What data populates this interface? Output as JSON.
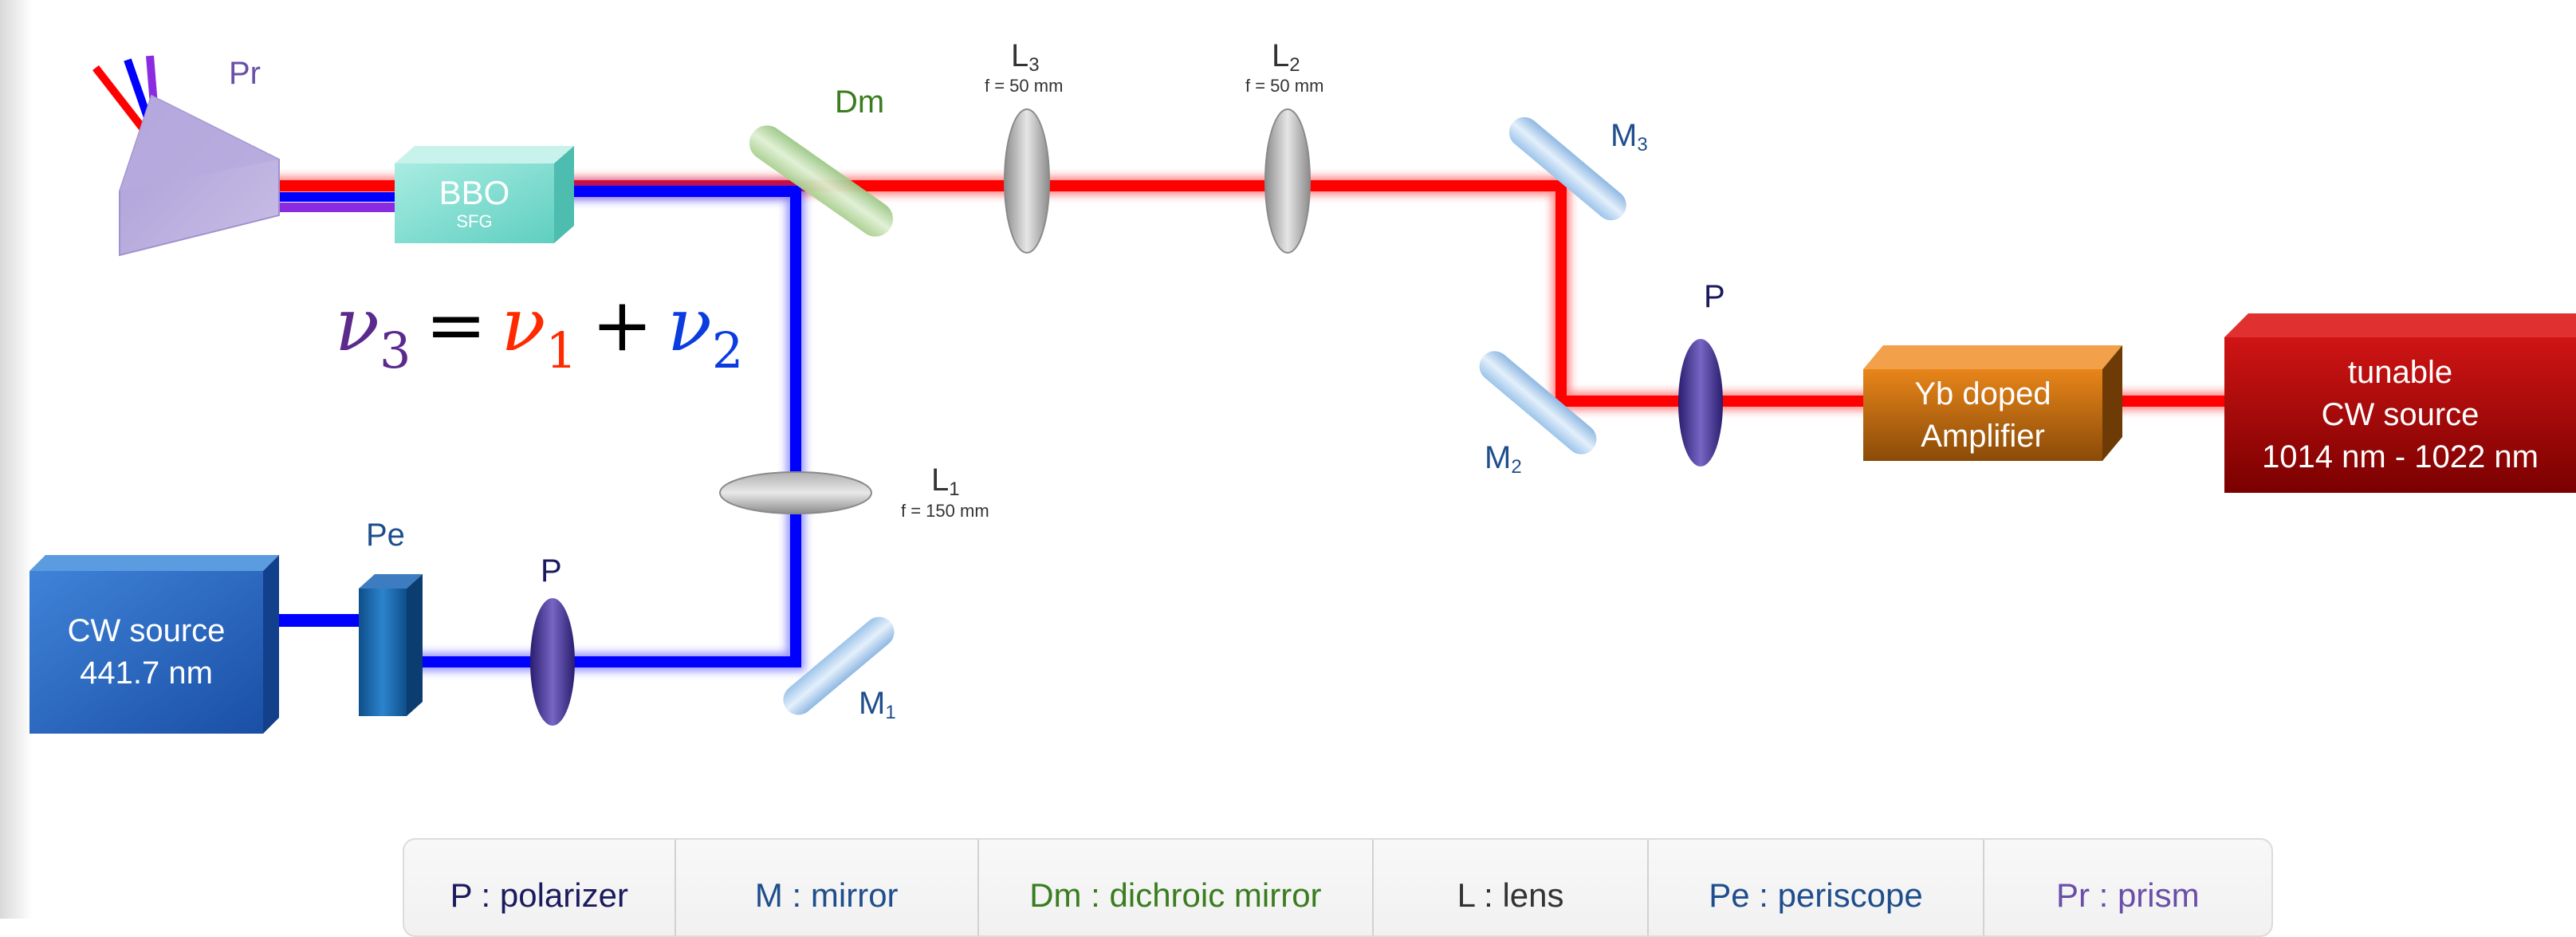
{
  "colors": {
    "red_beam": "#ff0000",
    "blue_beam": "#0000ff",
    "violet_beam": "#8a2be2",
    "blue_label": "#1f4e8c",
    "green_label": "#3a7d1f",
    "purple_label": "#6a4ea8",
    "gray_label": "#333333"
  },
  "components": {
    "prism": {
      "label": "Pr"
    },
    "bbo": {
      "label": "BBO",
      "sublabel": "SFG"
    },
    "dichroic": {
      "label": "Dm"
    },
    "lens3": {
      "letter": "L",
      "index": "3",
      "focal": "f = 50 mm"
    },
    "lens2": {
      "letter": "L",
      "index": "2",
      "focal": "f = 50 mm"
    },
    "lens1": {
      "letter": "L",
      "index": "1",
      "focal": "f = 150 mm"
    },
    "mirror3": {
      "letter": "M",
      "index": "3"
    },
    "mirror2": {
      "letter": "M",
      "index": "2"
    },
    "mirror1": {
      "letter": "M",
      "index": "1"
    },
    "polarizer_red": {
      "label": "P"
    },
    "polarizer_blue": {
      "label": "P"
    },
    "periscope": {
      "label": "Pe"
    },
    "amplifier": {
      "line1": "Yb doped",
      "line2": "Amplifier"
    },
    "tunable_source": {
      "line1": "tunable",
      "line2": "CW source",
      "line3": "1014 nm - 1022 nm"
    },
    "cw_source": {
      "line1": "CW source",
      "line2": "441.7 nm"
    }
  },
  "equation": {
    "lhs_symbol": "ν",
    "lhs_index": "3",
    "eq": "=",
    "t1_symbol": "ν",
    "t1_index": "1",
    "plus": "+",
    "t2_symbol": "ν",
    "t2_index": "2"
  },
  "legend": [
    {
      "text": "P : polarizer",
      "color": "#1a1a5e",
      "icon": "polarizer"
    },
    {
      "text": "M : mirror",
      "color": "#1f4e8c",
      "icon": "mirror"
    },
    {
      "text": "Dm : dichroic mirror",
      "color": "#3a7d1f",
      "icon": "dichroic-mirror"
    },
    {
      "text": "L : lens",
      "color": "#333333",
      "icon": "lens"
    },
    {
      "text": "Pe : periscope",
      "color": "#1f4e8c",
      "icon": "periscope"
    },
    {
      "text": "Pr : prism",
      "color": "#6a4ea8",
      "icon": "prism"
    }
  ]
}
